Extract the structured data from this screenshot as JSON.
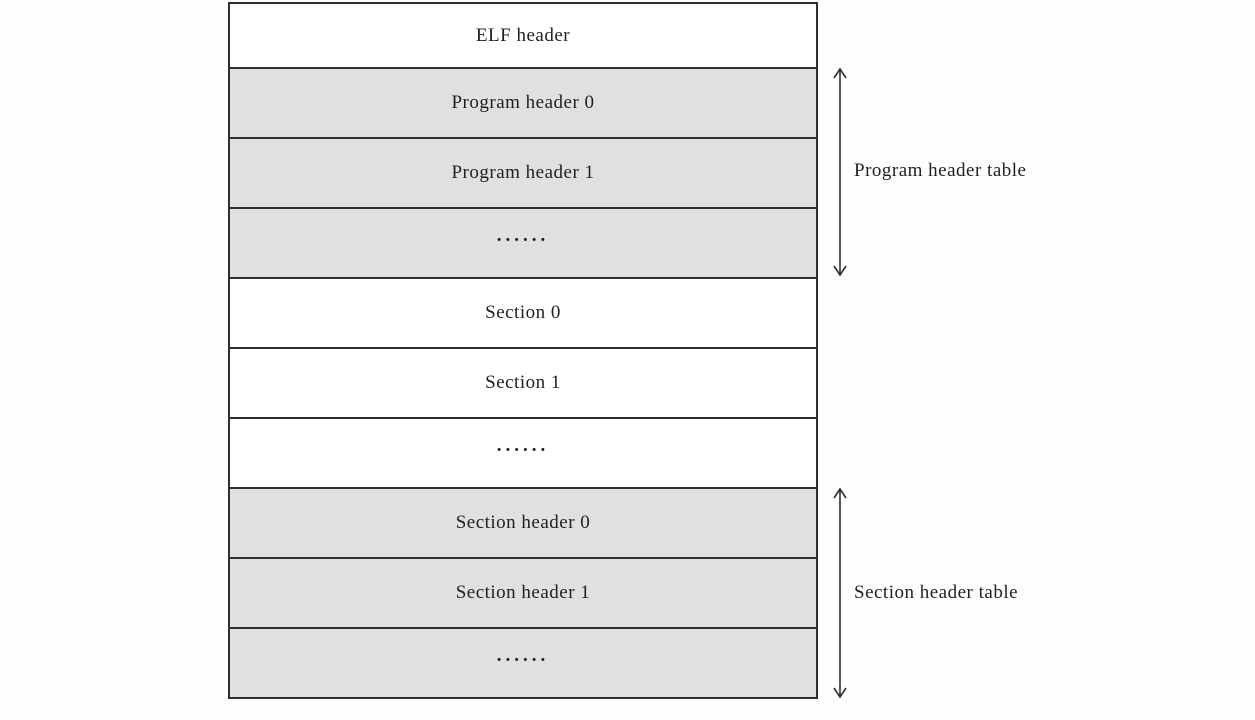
{
  "diagram": {
    "description": "ELF file layout diagram",
    "rows": [
      {
        "label": "ELF header",
        "shaded": false
      },
      {
        "label": "Program header 0",
        "shaded": true
      },
      {
        "label": "Program header 1",
        "shaded": true
      },
      {
        "label": "......",
        "shaded": true
      },
      {
        "label": "Section 0",
        "shaded": false
      },
      {
        "label": "Section 1",
        "shaded": false
      },
      {
        "label": "......",
        "shaded": false
      },
      {
        "label": "Section header 0",
        "shaded": true
      },
      {
        "label": "Section header 1",
        "shaded": true
      },
      {
        "label": "......",
        "shaded": true
      }
    ],
    "annotations": [
      {
        "label": "Program header table",
        "spans_rows": "Program header 0 through ......"
      },
      {
        "label": "Section header table",
        "spans_rows": "Section header 0 through ......"
      }
    ],
    "colors": {
      "shaded_fill": "#e0e0e0",
      "unshaded_fill": "#ffffff",
      "border": "#2f2f2f",
      "text": "#1f1f1f"
    }
  }
}
